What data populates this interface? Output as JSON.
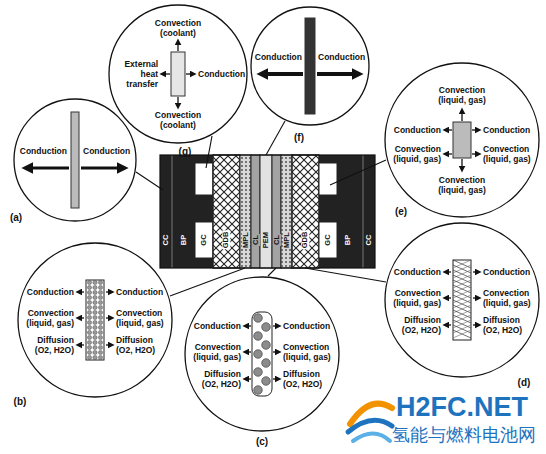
{
  "diagram": {
    "nodes": [
      {
        "text": [
          "(g)",
          "Convection (coolant)",
          "External heat transfer",
          "Conduction",
          "Convection (coolant)"
        ]
      },
      {
        "text": [
          "(f)",
          "Conduction",
          "Conduction"
        ]
      },
      {
        "text": [
          "(a)",
          "Conduction",
          "Conduction"
        ]
      },
      {
        "text": [
          "(e)",
          "Convection (liquid, gas)",
          "Conduction",
          "Conduction",
          "Convection (liquid, gas)",
          "Convection (liquid, gas)",
          "Convection (liquid, gas)"
        ]
      },
      {
        "text": [
          "(b)",
          "Conduction",
          "Conduction",
          "Convection (liquid, gas)",
          "Convection (liquid, gas)",
          "Diffusion (O2, H2O)",
          "Diffusion (O2, H2O)"
        ]
      },
      {
        "text": [
          "(c)",
          "Conduction",
          "Conduction",
          "Convection (liquid, gas)",
          "Convection (liquid, gas)",
          "Diffusion (O2, H2O)",
          "Diffusion (O2, H2O)"
        ]
      },
      {
        "text": [
          "(d)",
          "Conduction",
          "Conduction",
          "Convection (liquid, gas)",
          "Convection (liquid, gas)",
          "Diffusion (O2, H2O)",
          "Diffusion (O2, H2O)"
        ]
      }
    ],
    "labels": [
      "CC",
      "BP",
      "GC",
      "GDB",
      "MPL",
      "CL",
      "PEM",
      "CL",
      "MPL",
      "GDB",
      "GC",
      "BP",
      "CC",
      "H2FC.NET",
      "氢能与燃料电池网"
    ]
  }
}
